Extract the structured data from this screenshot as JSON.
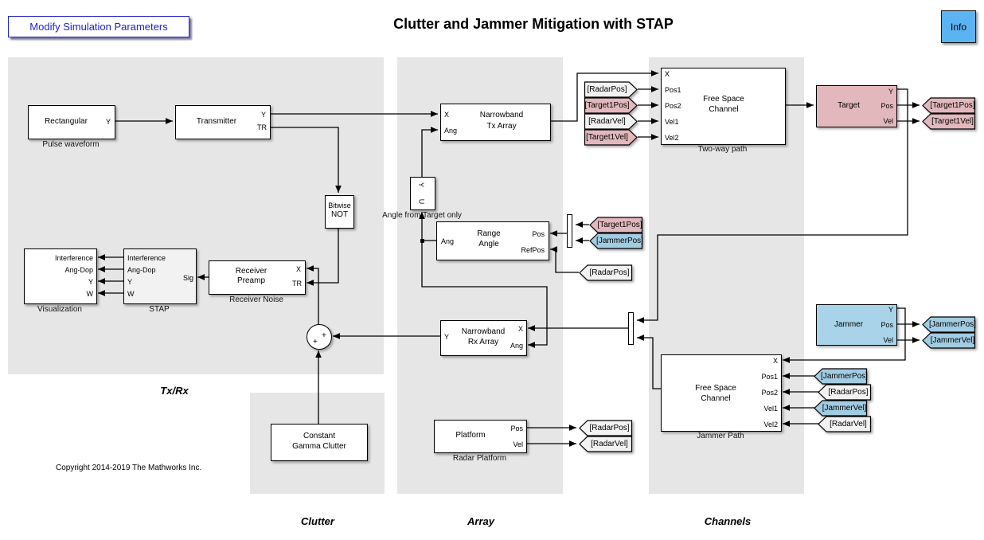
{
  "title": "Clutter and Jammer Mitigation with STAP",
  "buttons": {
    "modify": "Modify Simulation Parameters",
    "info": "Info"
  },
  "sections": {
    "txrx": "Tx/Rx",
    "clutter": "Clutter",
    "array": "Array",
    "channels": "Channels"
  },
  "copyright": "Copyright 2014-2019 The Mathworks Inc.",
  "blocks": {
    "rectangular": {
      "label": "Rectangular",
      "port_y": "Y",
      "caption": "Pulse waveform"
    },
    "transmitter": {
      "label": "Transmitter",
      "port_y": "Y",
      "port_tr": "TR"
    },
    "bitwise_not": {
      "line1": "Bitwise",
      "line2": "NOT"
    },
    "angle_selector": {
      "port_y": "Y",
      "port_u": "U",
      "caption": "Angle from Target only"
    },
    "visualization": {
      "caption": "Visualization",
      "port_interference": "Interference",
      "port_ang_dop": "Ang-Dop",
      "port_y": "Y",
      "port_w": "W"
    },
    "stap": {
      "caption": "STAP",
      "port_interference": "Interference",
      "port_ang_dop": "Ang-Dop",
      "port_y": "Y",
      "port_w": "W",
      "port_sig": "Sig"
    },
    "receiver_preamp": {
      "line1": "Receiver",
      "line2": "Preamp",
      "caption": "Receiver Noise",
      "port_x": "X",
      "port_tr": "TR"
    },
    "sum": {
      "plus_right": "+",
      "plus_bottom": "+"
    },
    "constant_gamma_clutter": {
      "line1": "Constant",
      "line2": "Gamma Clutter"
    },
    "narrowband_tx_array": {
      "line1": "Narrowband",
      "line2": "Tx Array",
      "port_x": "X",
      "port_ang": "Ang"
    },
    "range_angle": {
      "line1": "Range",
      "line2": "Angle",
      "port_ang": "Ang",
      "port_pos": "Pos",
      "port_refpos": "RefPos"
    },
    "narrowband_rx_array": {
      "line1": "Narrowband",
      "line2": "Rx Array",
      "port_y": "Y",
      "port_x": "X",
      "port_ang": "Ang"
    },
    "platform": {
      "label": "Platform",
      "caption": "Radar Platform",
      "port_pos": "Pos",
      "port_vel": "Vel"
    },
    "fsc_twoway": {
      "line1": "Free Space",
      "line2": "Channel",
      "caption": "Two-way path",
      "port_x": "X",
      "port_pos1": "Pos1",
      "port_pos2": "Pos2",
      "port_vel1": "Vel1",
      "port_vel2": "Vel2"
    },
    "target": {
      "label": "Target",
      "port_y": "Y",
      "port_pos": "Pos",
      "port_vel": "Vel"
    },
    "jammer": {
      "label": "Jammer",
      "port_y": "Y",
      "port_pos": "Pos",
      "port_vel": "Vel"
    },
    "fsc_jammer": {
      "line1": "Free Space",
      "line2": "Channel",
      "caption": "Jammer Path",
      "port_x": "X",
      "port_pos1": "Pos1",
      "port_pos2": "Pos2",
      "port_vel1": "Vel1",
      "port_vel2": "Vel2"
    }
  },
  "tags": {
    "from_radar_pos_top": "[RadarPos]",
    "from_target1_pos_top": "[Target1Pos]",
    "from_radar_vel_top": "[RadarVel]",
    "from_target1_vel_top": "[Target1Vel]",
    "goto_target1_pos": "[Target1Pos]",
    "goto_target1_vel": "[Target1Vel]",
    "from_target1_pos_mid": "[Target1Pos]",
    "from_jammer_pos_mid": "[JammerPos]",
    "from_radar_pos_mid": "[RadarPos]",
    "goto_radar_pos": "[RadarPos]",
    "goto_radar_vel": "[RadarVel]",
    "goto_jammer_pos": "[JammerPos]",
    "goto_jammer_vel": "[JammerVel]",
    "from_jammer_pos_bot": "[JammerPos]",
    "from_radar_pos_bot": "[RadarPos]",
    "from_jammer_vel_bot": "[JammerVel]",
    "from_radar_vel_bot": "[RadarVel]"
  },
  "colors": {
    "info_fill": "#5cb3f2",
    "target_pink": "#e2b8bc",
    "jammer_blue": "#a9d3e8",
    "tag_gray": "#f2f2f2",
    "panel_gray": "#e6e6e6",
    "button_blue": "#2121cc"
  }
}
